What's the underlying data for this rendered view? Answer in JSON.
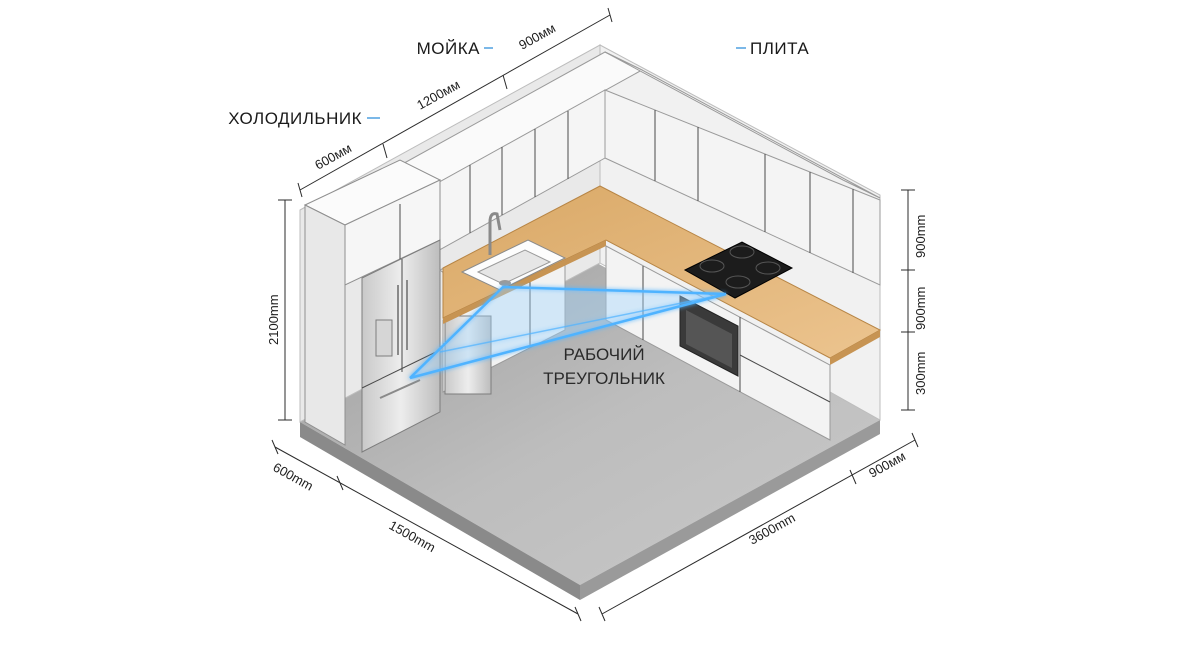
{
  "labels": {
    "fridge": "ХОЛОДИЛЬНИК",
    "sink": "МОЙКА",
    "stove": "ПЛИТА",
    "triangle_line1": "РАБОЧИЙ",
    "triangle_line2": "ТРЕУГОЛЬНИК"
  },
  "dimensions": {
    "top_fridge": "600мм",
    "top_sink": "1200мм",
    "top_corner": "900мм",
    "height_total": "2100mm",
    "right_upper": "900mm",
    "right_mid": "900mm",
    "right_low": "300mm",
    "floor_left_short": "600mm",
    "floor_left_long": "1500mm",
    "floor_right_long": "3600mm",
    "floor_right_short": "900мм"
  },
  "colors": {
    "work_triangle": "#4fb3ff",
    "cabinet": "#f4f4f4",
    "countertop": "#e3b77c",
    "floor": "#b7b7b7",
    "hob": "#1c1c1c"
  }
}
